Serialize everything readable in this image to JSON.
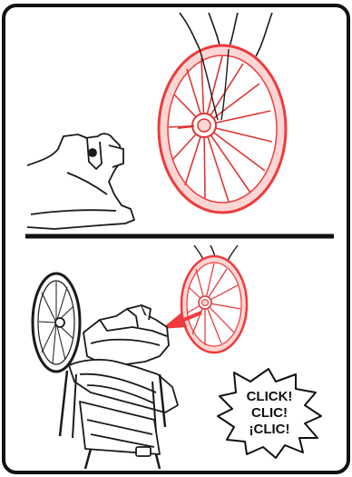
{
  "colors": {
    "frame": "#111111",
    "wheel_highlight": "#ef3b3b",
    "wheel_fill": "#fbd6d4",
    "line_art": "#1a1a1a",
    "background": "#ffffff"
  },
  "panels": [
    {
      "name": "top-panel",
      "content": "wheel-highlighted-beside-stroller-axle"
    },
    {
      "name": "bottom-panel",
      "content": "wheel-pushed-onto-axle"
    }
  ],
  "direction_arrow": {
    "icon": "arrow-left-icon",
    "color": "#ef3b3b"
  },
  "sound_burst": {
    "line1": "CLICK!",
    "line2": "CLIC!",
    "line3": "¡CLIC!"
  }
}
